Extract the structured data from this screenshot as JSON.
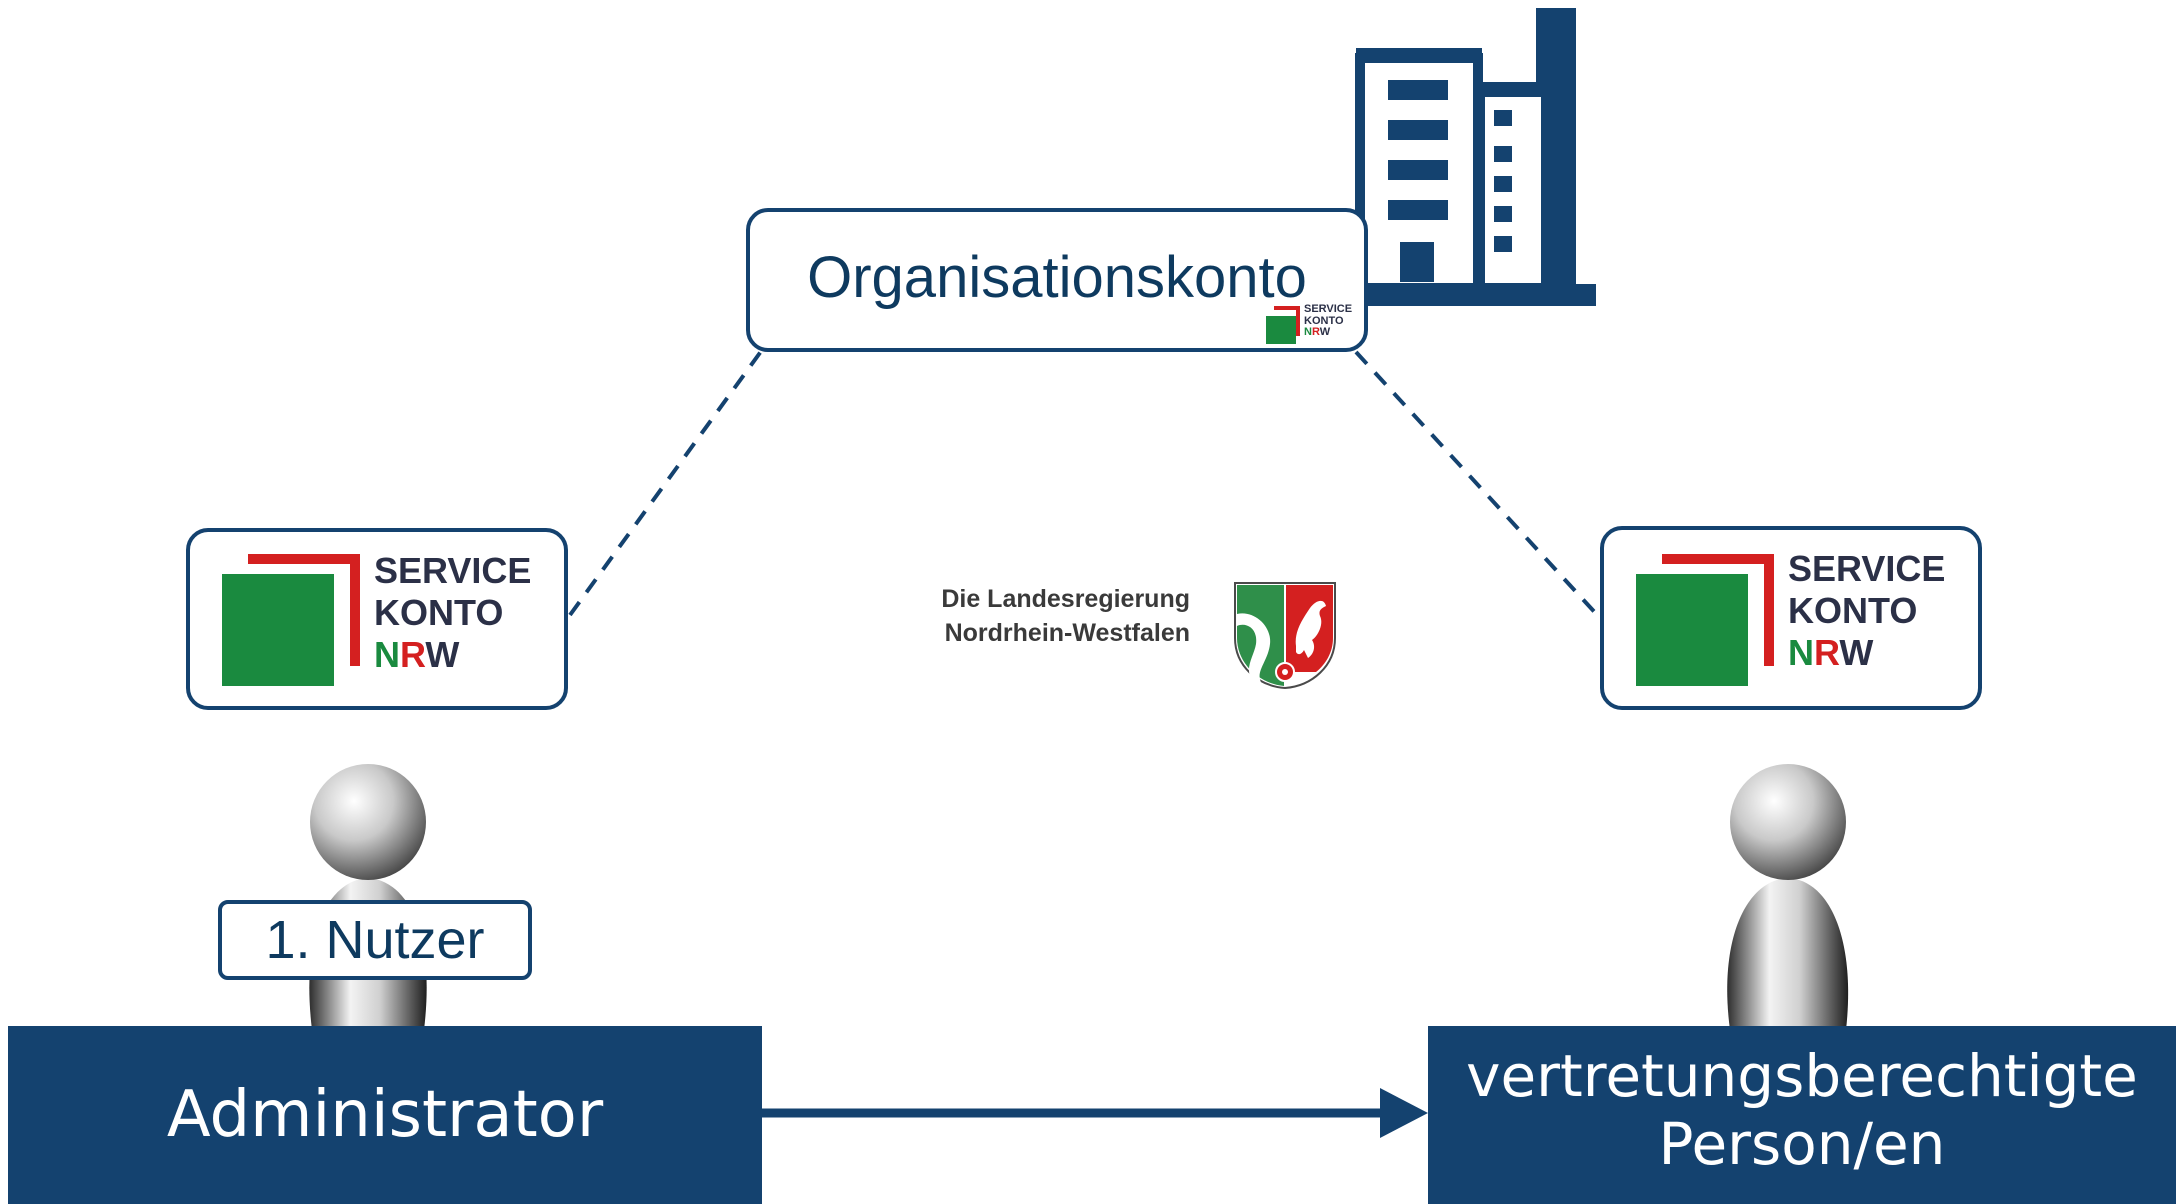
{
  "organisation": {
    "label": "Organisationskonto"
  },
  "service_konto": {
    "line1": "SERVICE",
    "line2": "KONTO",
    "n": "N",
    "r": "R",
    "w": "W"
  },
  "landesregierung": {
    "line1": "Die Landesregierung",
    "line2": "Nordrhein-Westfalen"
  },
  "first_user": {
    "label": "1. Nutzer"
  },
  "administrator": {
    "label": "Administrator"
  },
  "representative": {
    "line1": "vertretungsberechtigte",
    "line2": "Person/en"
  },
  "colors": {
    "navy": "#14426f",
    "logo_green": "#1a8a3f",
    "logo_red": "#d42020",
    "logo_text": "#2b3047"
  },
  "icons": [
    "building-icon",
    "person-icon",
    "nrw-coat-of-arms-icon",
    "service-konto-logo"
  ]
}
